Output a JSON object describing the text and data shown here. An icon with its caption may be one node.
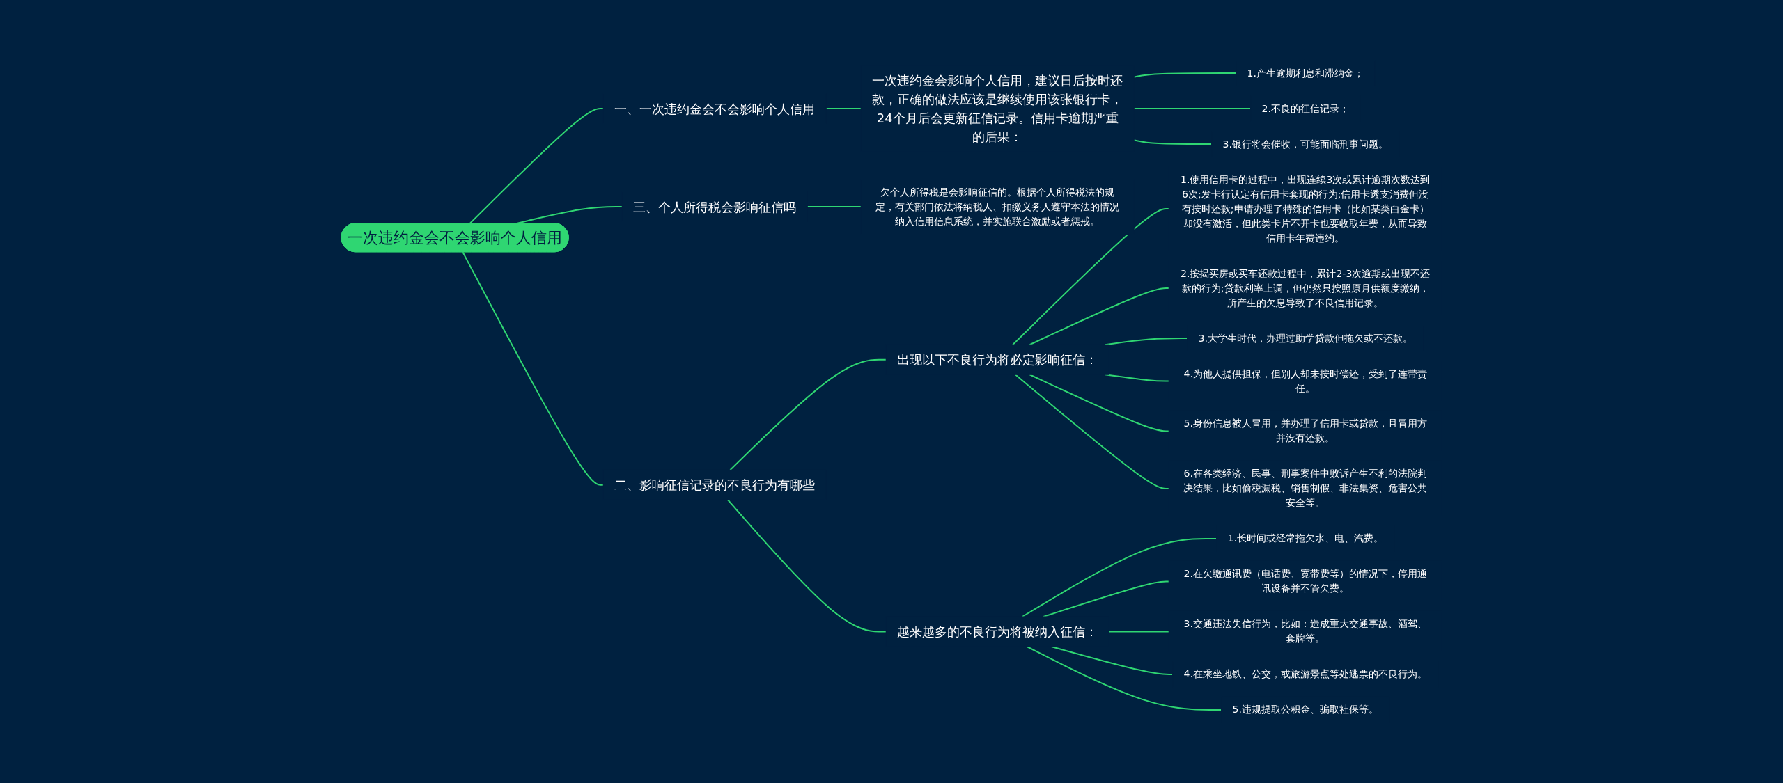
{
  "diagram": {
    "nodes": [
      {
        "text": [
          "一次违约金会不会影响个人信用"
        ]
      },
      {
        "text": [
          "一、一次违约金会不会影响个人信用"
        ]
      },
      {
        "text": [
          "一次违约金会影响个人信用，建议日后按时还款，正确的做法应该是继续使用该张银行卡，24个月后会更新征信记录。信用卡逾期严重的后果："
        ]
      },
      {
        "text": [
          "1.产生逾期利息和滞纳金；"
        ]
      },
      {
        "text": [
          "2.不良的征信记录；"
        ]
      },
      {
        "text": [
          "3.银行将会催收，可能面临刑事问题。"
        ]
      },
      {
        "text": [
          "三、个人所得税会影响征信吗"
        ]
      },
      {
        "text": [
          "欠个人所得税是会影响征信的。根据个人所得税法的规定，有关部门依法将纳税人、扣缴义务人遵守本法的情况纳入信用信息系统，并实施联合激励或者惩戒。"
        ]
      },
      {
        "text": [
          "二、影响征信记录的不良行为有哪些"
        ]
      },
      {
        "text": [
          "出现以下不良行为将必定影响征信："
        ]
      },
      {
        "text": [
          "1.使用信用卡的过程中，出现连续3次或累计逾期次数达到6次;发卡行认定有信用卡套现的行为;信用卡透支消费但没有按时还款;申请办理了特殊的信用卡（比如某类白金卡）却没有激活，但此类卡片不开卡也要收取年费，从而导致信用卡年费违约。"
        ]
      },
      {
        "text": [
          "2.按揭买房或买车还款过程中，累计2-3次逾期或出现不还款的行为;贷款利率上调，但仍然只按照原月供额度缴纳，所产生的欠息导致了不良信用记录。"
        ]
      },
      {
        "text": [
          "3.大学生时代，办理过助学贷款但拖欠或不还款。"
        ]
      },
      {
        "text": [
          "4.为他人提供担保，但别人却未按时偿还，受到了连带责任。"
        ]
      },
      {
        "text": [
          "5.身份信息被人冒用，并办理了信用卡或贷款，且冒用方并没有还款。"
        ]
      },
      {
        "text": [
          "6.在各类经济、民事、刑事案件中败诉产生不利的法院判决结果，比如偷税漏税、销售制假、非法集资、危害公共安全等。"
        ]
      },
      {
        "text": [
          "越来越多的不良行为将被纳入征信："
        ]
      },
      {
        "text": [
          "1.长时间或经常拖欠水、电、汽费。"
        ]
      },
      {
        "text": [
          "2.在欠缴通讯费（电话费、宽带费等）的情况下，停用通讯设备并不管欠费。"
        ]
      },
      {
        "text": [
          "3.交通违法失信行为，比如：造成重大交通事故、酒驾、套牌等。"
        ]
      },
      {
        "text": [
          "4.在乘坐地铁、公交，或旅游景点等处逃票的不良行为。"
        ]
      },
      {
        "text": [
          "5.违规提取公积金、骗取社保等。"
        ]
      }
    ],
    "edges": [
      {
        "from": 0,
        "to": 1,
        "arrow": "none"
      },
      {
        "from": 1,
        "to": 2,
        "arrow": "none"
      },
      {
        "from": 2,
        "to": 3,
        "arrow": "none"
      },
      {
        "from": 2,
        "to": 4,
        "arrow": "none"
      },
      {
        "from": 2,
        "to": 5,
        "arrow": "none"
      },
      {
        "from": 0,
        "to": 6,
        "arrow": "none"
      },
      {
        "from": 6,
        "to": 7,
        "arrow": "none"
      },
      {
        "from": 0,
        "to": 8,
        "arrow": "none"
      },
      {
        "from": 8,
        "to": 9,
        "arrow": "none"
      },
      {
        "from": 9,
        "to": 10,
        "arrow": "none"
      },
      {
        "from": 9,
        "to": 11,
        "arrow": "none"
      },
      {
        "from": 9,
        "to": 12,
        "arrow": "none"
      },
      {
        "from": 9,
        "to": 13,
        "arrow": "none"
      },
      {
        "from": 9,
        "to": 14,
        "arrow": "none"
      },
      {
        "from": 9,
        "to": 15,
        "arrow": "none"
      },
      {
        "from": 8,
        "to": 16,
        "arrow": "none"
      },
      {
        "from": 16,
        "to": 17,
        "arrow": "none"
      },
      {
        "from": 16,
        "to": 18,
        "arrow": "none"
      },
      {
        "from": 16,
        "to": 19,
        "arrow": "none"
      },
      {
        "from": 16,
        "to": 20,
        "arrow": "none"
      },
      {
        "from": 16,
        "to": 21,
        "arrow": "none"
      }
    ]
  }
}
